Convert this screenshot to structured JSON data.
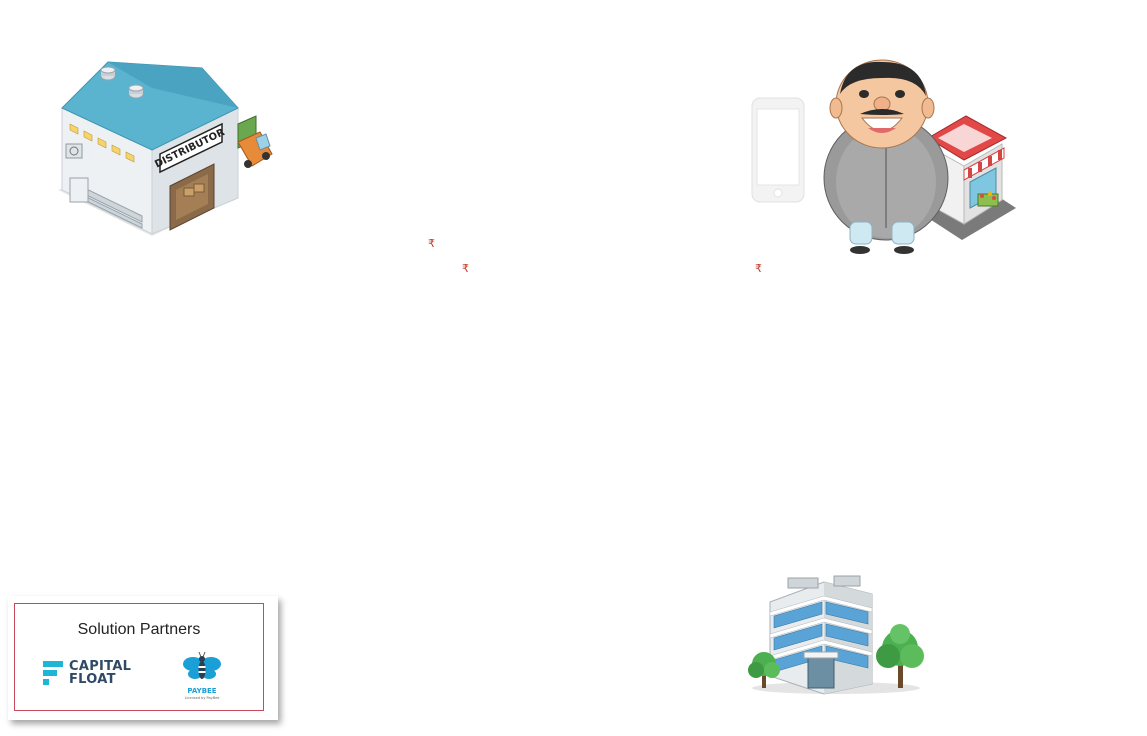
{
  "distributor": {
    "sign": "DISTRIBUTOR"
  },
  "currency": {
    "symbol": "₹"
  },
  "partners": {
    "title": "Solution Partners",
    "capital_float": {
      "line1": "CAPITAL",
      "line2": "FLOAT"
    },
    "paybee": {
      "name": "PAYBEE",
      "tagline": "Licensed by PayBee"
    }
  },
  "colors": {
    "accent_red": "#c94a5c",
    "roof_blue": "#5ab4d0",
    "capital_float_cyan": "#1fb5d6",
    "paybee_blue": "#1a9fd6"
  }
}
